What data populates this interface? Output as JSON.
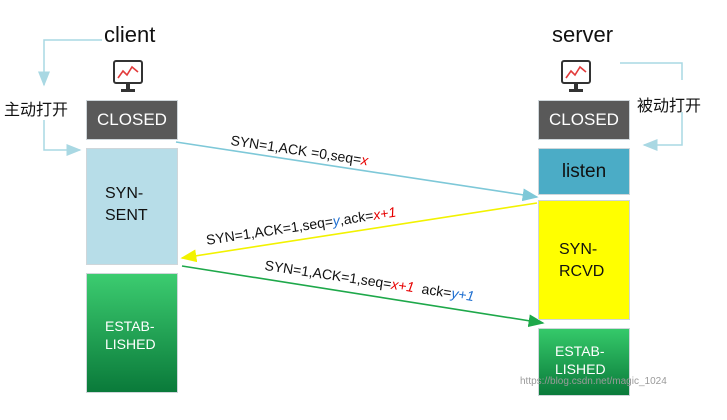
{
  "client": {
    "label": "client",
    "active_open": "主动打开"
  },
  "server": {
    "label": "server",
    "passive_open": "被动打开"
  },
  "states": {
    "client_closed": "CLOSED",
    "client_syn_sent_line1": "SYN-",
    "client_syn_sent_line2": "SENT",
    "client_estab_line1": "ESTAB-",
    "client_estab_line2": "LISHED",
    "server_closed": "CLOSED",
    "server_listen": "listen",
    "server_syn_rcvd_line1": "SYN-",
    "server_syn_rcvd_line2": "RCVD",
    "server_estab_line1": "ESTAB-",
    "server_estab_line2": "LISHED"
  },
  "messages": {
    "m1_prefix": "SYN=1,ACK =0,seq=",
    "m1_var": "x",
    "m2_prefix": "SYN=1,ACK=1,seq=",
    "m2_var_y": "y",
    "m2_mid": ",ack=",
    "m2_var_x1": "x+1",
    "m3_prefix": "SYN=1,ACK=1,seq=",
    "m3_var_x1": "x+1",
    "m3_mid": "  ack=",
    "m3_var_y1": "y+1"
  },
  "watermark": "https://blog.csdn.net/magic_1024",
  "colors": {
    "arrow1": "#7ec8d8",
    "arrow2": "#ffff3a",
    "arrow3": "#1ea84a",
    "loop": "#a9d8e3",
    "closed": "#595959",
    "listen": "#4bacc6",
    "syn_sent": "#b7dde8",
    "syn_rcvd": "#ffff00",
    "established": "#0a7a3a",
    "var_x": "#e60000",
    "var_y": "#1f6fd0"
  },
  "icons": [
    "monitor-chart-icon"
  ]
}
